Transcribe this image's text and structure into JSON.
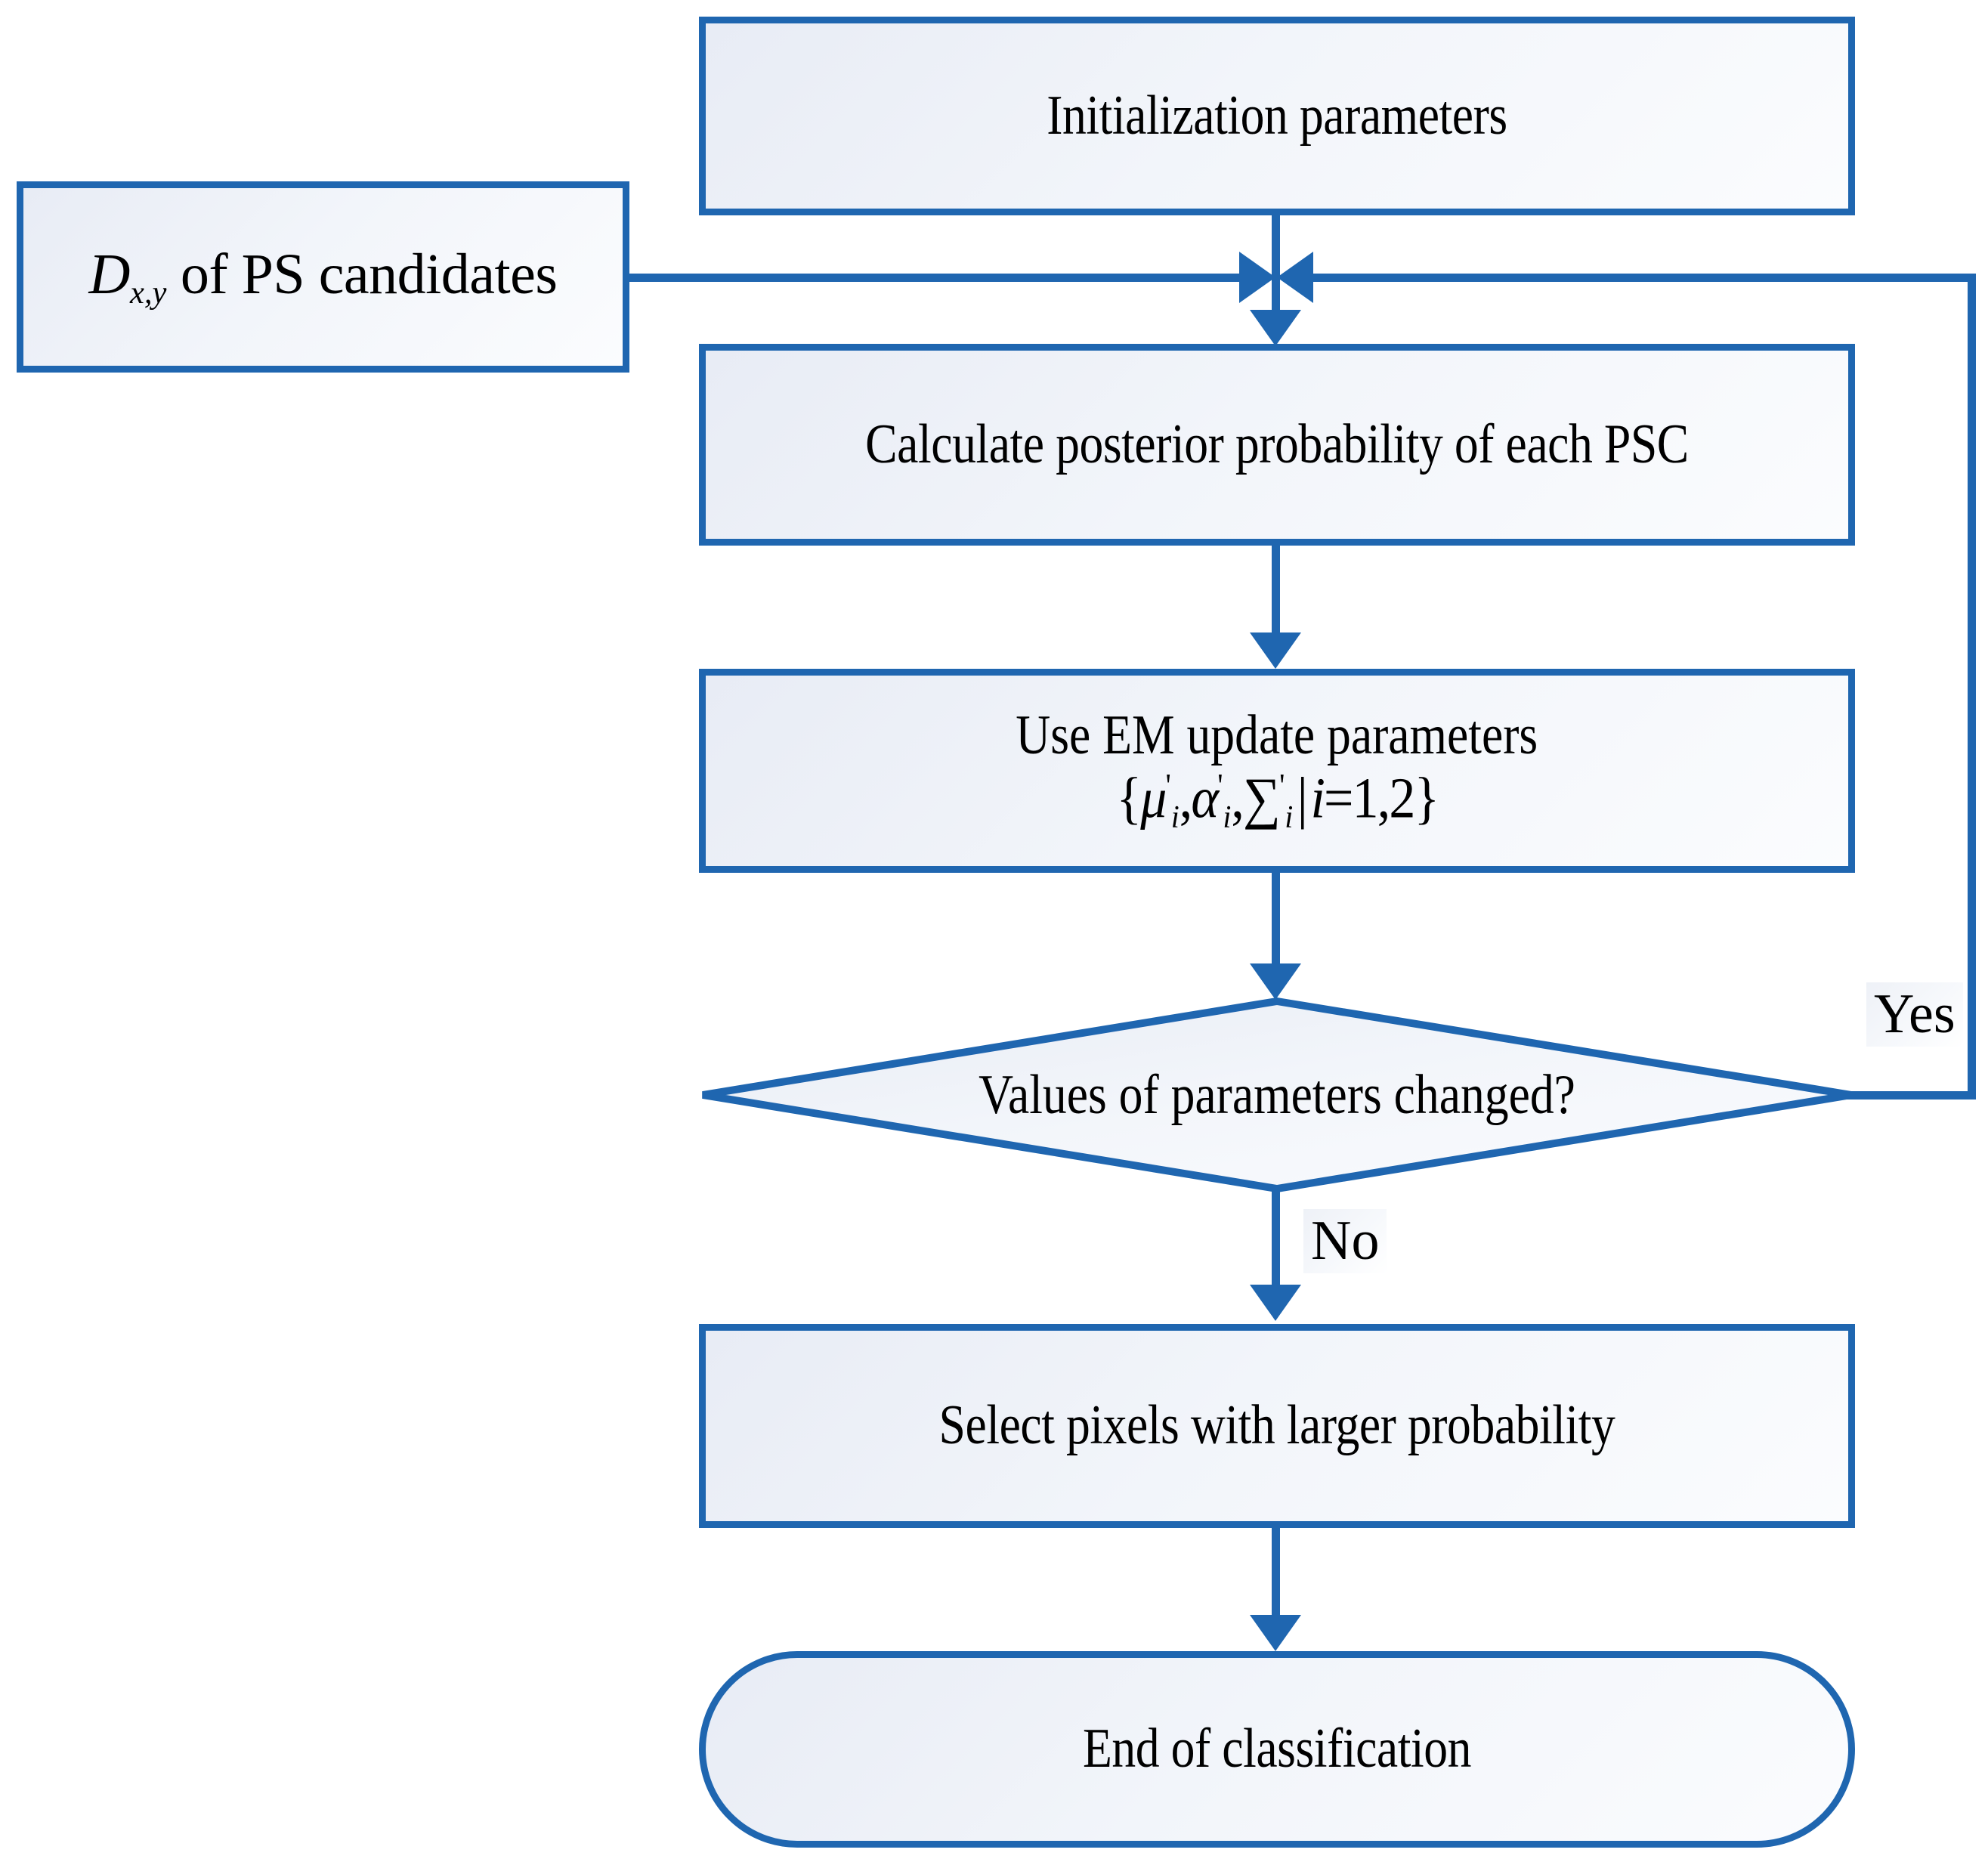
{
  "diagram": {
    "title": "EM-based PS candidate classification flowchart",
    "accent_color": "#1F66B0",
    "fill_color": "#eef1f7",
    "text_color": "#000000",
    "nodes": {
      "init": {
        "label": "Initialization parameters",
        "shape": "process"
      },
      "data": {
        "label_math_var": "D",
        "label_math_sub": "x,y",
        "label_rest": " of PS candidates",
        "shape": "process"
      },
      "posterior": {
        "label": "Calculate posterior probability of each PSC",
        "shape": "process"
      },
      "em": {
        "line1": "Use EM update parameters",
        "formula": {
          "open": "{",
          "term1_sym": "μ",
          "term1_prime": "'",
          "term1_sub": "i",
          "comma1": ",",
          "term2_sym": "α",
          "term2_prime": "'",
          "term2_sub": "i",
          "comma2": ",",
          "term3_sym": "∑",
          "term3_prime": "'",
          "term3_sub": "i",
          "divider": "|",
          "cond_var": "i",
          "cond_rest": "=1,2",
          "close": "}"
        },
        "shape": "process"
      },
      "decision": {
        "label": "Values of parameters changed?",
        "shape": "decision"
      },
      "select": {
        "label": "Select pixels with larger probability",
        "shape": "process"
      },
      "end": {
        "label": "End of classification",
        "shape": "terminator"
      }
    },
    "edge_labels": {
      "yes": "Yes",
      "no": "No"
    }
  }
}
